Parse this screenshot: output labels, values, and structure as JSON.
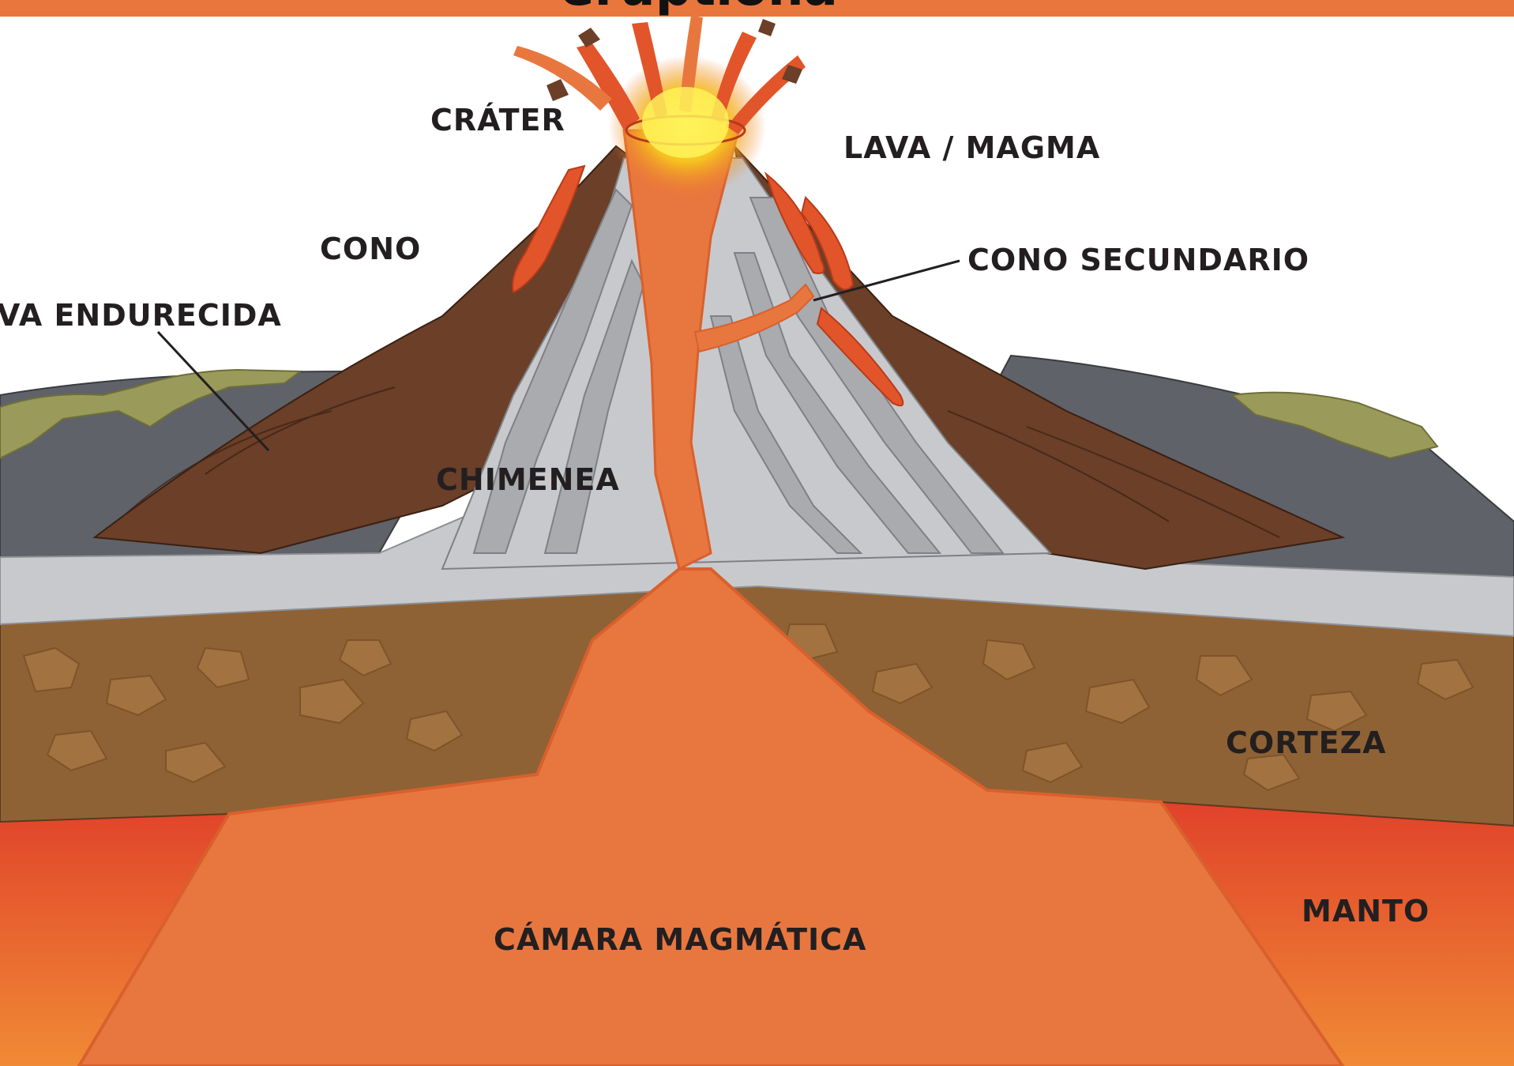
{
  "header": {
    "title_fragment": "eruptiona",
    "bar_color": "#e8763d"
  },
  "labels": {
    "crater": "CRÁTER",
    "lava_magma": "LAVA / MAGMA",
    "cono": "CONO",
    "cono_secundario": "CONO SECUNDARIO",
    "lava_endurecida": "VA ENDURECIDA",
    "chimenea": "CHIMENEA",
    "corteza": "CORTEZA",
    "manto": "MANTO",
    "camara_magmatica": "CÁMARA MAGMÁTICA"
  },
  "colors": {
    "magma": "#e8773f",
    "mantle": "#e34a2a",
    "crust": "#8f6235",
    "cone_brown": "#6b3f28",
    "ash_layers": "#c8c9cc",
    "hardened_lava": "#5f6268",
    "moss": "#9a9a5a",
    "lava_flow": "#e2542a",
    "eruption_glow": "#f6d21f"
  }
}
